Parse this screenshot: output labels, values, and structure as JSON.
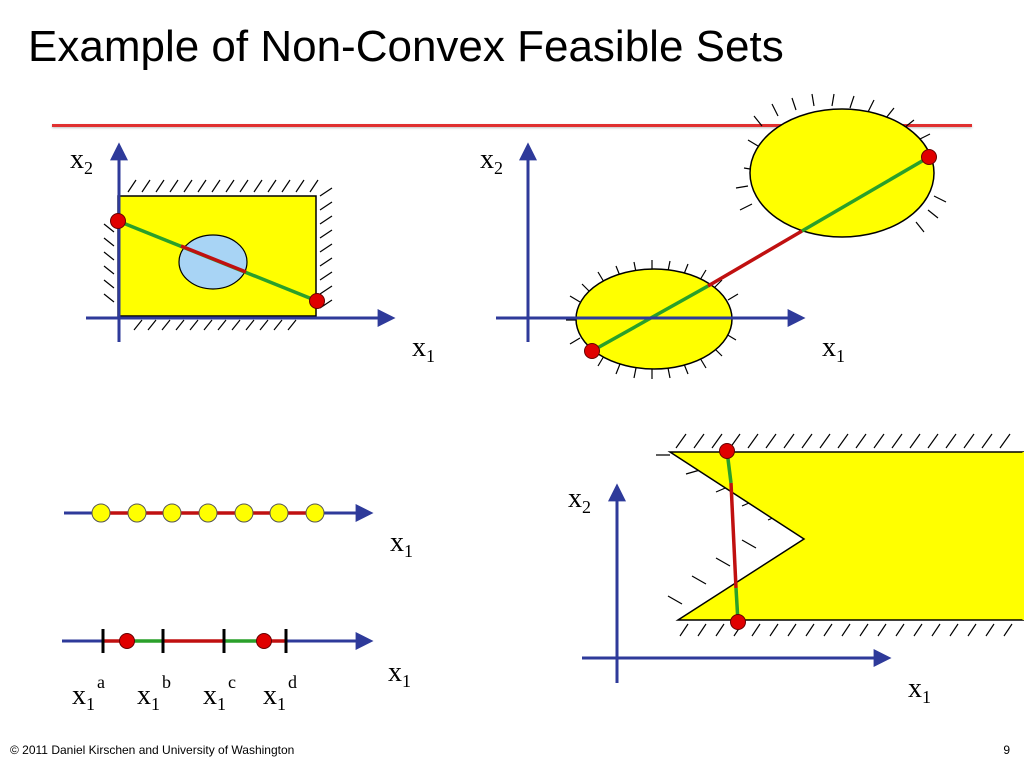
{
  "slide": {
    "title": "Example of Non-Convex Feasible Sets",
    "footer": "© 2011 Daniel Kirschen and University of Washington",
    "page_number": "9"
  },
  "colors": {
    "axis": "#2e3a9a",
    "feasible_fill": "#ffff00",
    "hole_fill": "#a8d4f5",
    "inside_segment": "#2aa02a",
    "outside_segment": "#c01010",
    "endpoint": "#e00000",
    "title_rule": "#e03030"
  },
  "axis_labels": {
    "x1": "x",
    "x2": "x",
    "sub1": "1",
    "sub2": "2"
  },
  "discrete_labels": [
    {
      "base": "x",
      "sub": "1",
      "sup": "a"
    },
    {
      "base": "x",
      "sub": "1",
      "sup": "b"
    },
    {
      "base": "x",
      "sub": "1",
      "sup": "c"
    },
    {
      "base": "x",
      "sub": "1",
      "sup": "d"
    }
  ]
}
